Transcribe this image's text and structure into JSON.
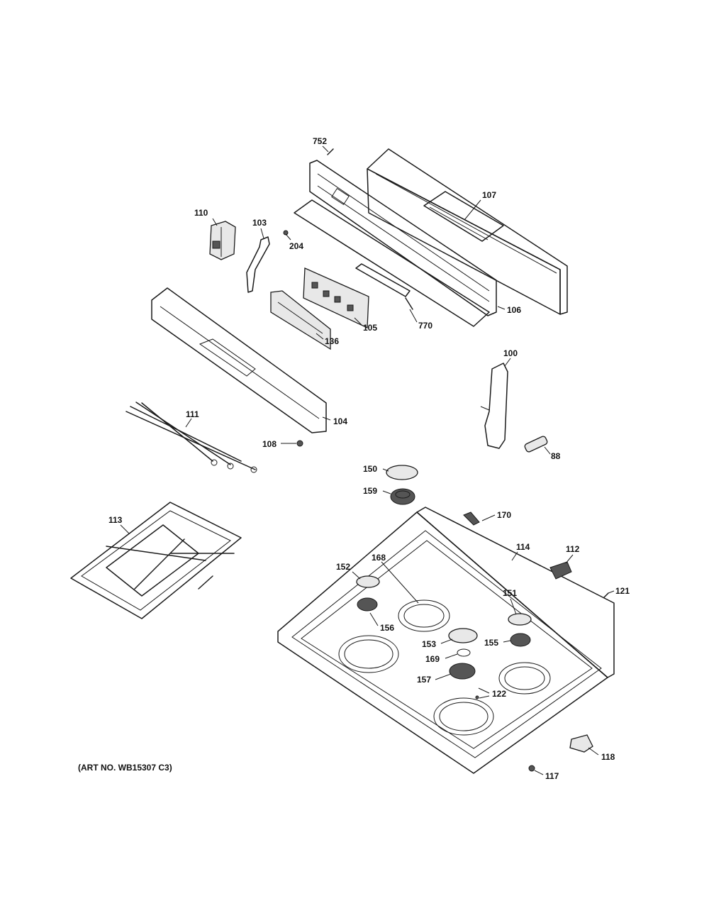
{
  "callouts": {
    "c752": "752",
    "c107": "107",
    "c110": "110",
    "c103": "103",
    "c204": "204",
    "c106": "106",
    "c105": "105",
    "c770": "770",
    "c136": "136",
    "c100": "100",
    "c111": "111",
    "c104": "104",
    "c108": "108",
    "c88": "88",
    "c150": "150",
    "c159": "159",
    "c170": "170",
    "c113": "113",
    "c114": "114",
    "c112": "112",
    "c152": "152",
    "c168": "168",
    "c151": "151",
    "c121": "121",
    "c156": "156",
    "c153": "153",
    "c155": "155",
    "c169": "169",
    "c157": "157",
    "c122": "122",
    "c118": "118",
    "c117": "117"
  },
  "art_number": "(ART NO. WB15307 C3)"
}
